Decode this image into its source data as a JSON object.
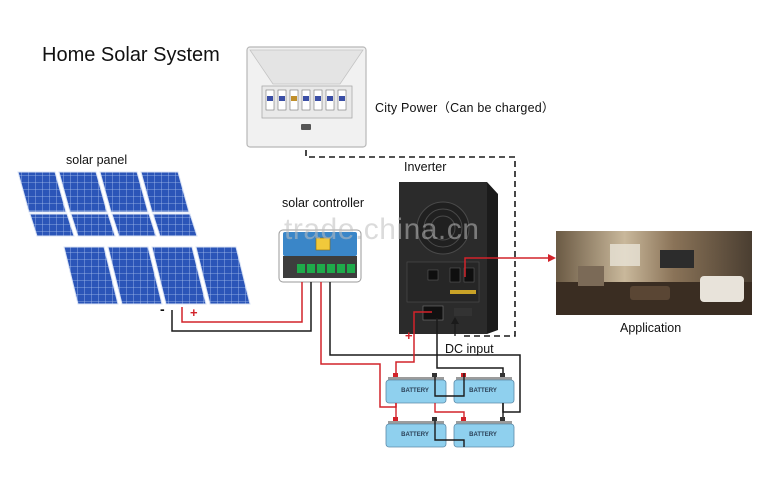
{
  "title": "Home Solar System",
  "city_power": "City Power（Can be charged）",
  "solar_panel": "solar panel",
  "solar_controller": "solar controller",
  "inverter": "Inverter",
  "application": "Application",
  "dc_input": "DC input",
  "minus_sign": "-",
  "plus_sign_panel": "+",
  "plus_sign_inverter": "+",
  "watermark": "trade.china.cn",
  "batteries": [
    "BATTERY",
    "BATTERY",
    "BATTERY",
    "BATTERY"
  ],
  "colors": {
    "wire_red": "#d2232a",
    "wire_black": "#1a1a1a",
    "panel_blue": "#2b55b8",
    "battery_blue": "#8fd0ee",
    "controller_blue": "#3a86c8",
    "inverter_body": "#2b2b2b"
  }
}
